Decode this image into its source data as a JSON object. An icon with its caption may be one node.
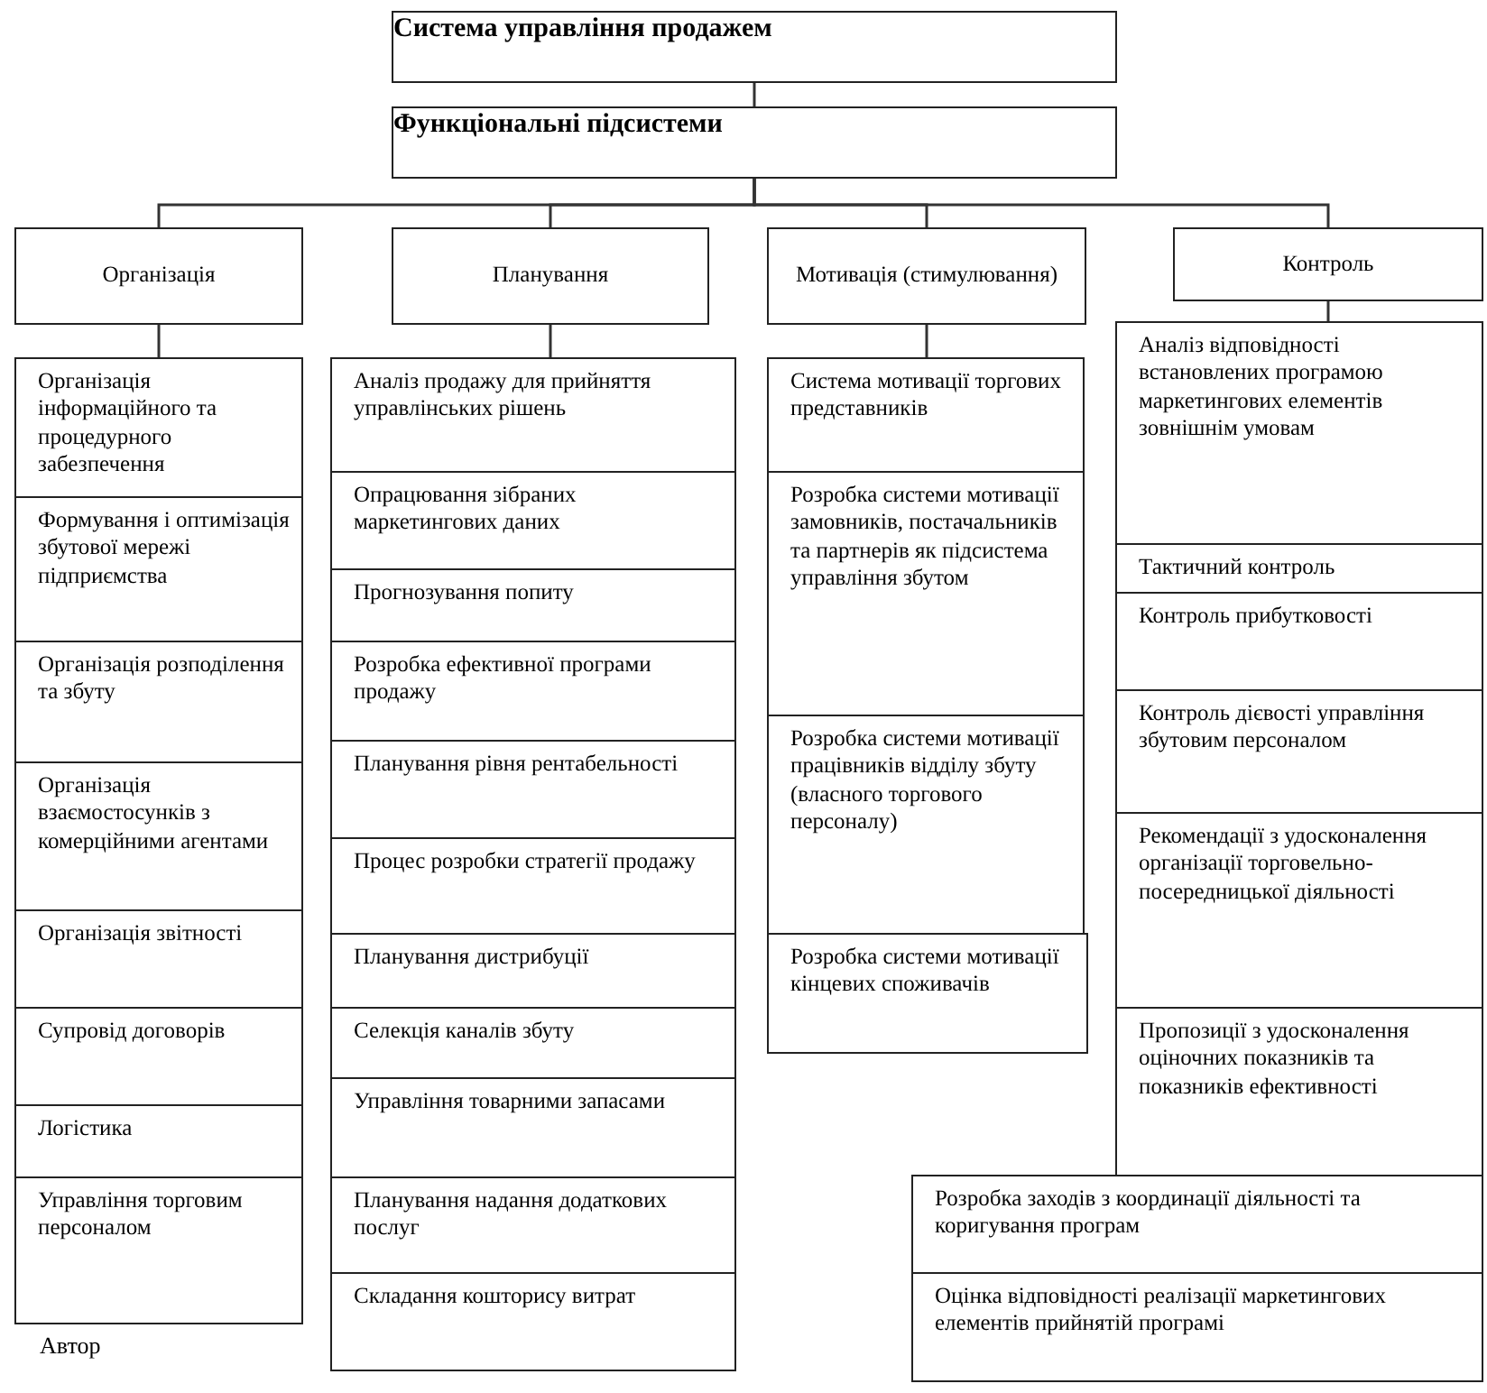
{
  "diagram": {
    "nodes": [
      {
        "text": [
          "Система управління продажем"
        ]
      },
      {
        "text": [
          "Функціональні підсистеми"
        ]
      },
      {
        "text": [
          "Організація"
        ]
      },
      {
        "text": [
          "Планування"
        ]
      },
      {
        "text": [
          "Мотивація (стимулювання)"
        ]
      },
      {
        "text": [
          "Контроль"
        ]
      },
      {
        "text": [
          "Організація інформаційного та процедурного забезпечення"
        ]
      },
      {
        "text": [
          "Формування і оптимізація збутової мережі підприємства"
        ]
      },
      {
        "text": [
          "Організація розподілення та збуту"
        ]
      },
      {
        "text": [
          "Організація взаємостосунків з комерційними агентами"
        ]
      },
      {
        "text": [
          "Організація звітності"
        ]
      },
      {
        "text": [
          "Супровід договорів"
        ]
      },
      {
        "text": [
          "Логістика"
        ]
      },
      {
        "text": [
          "Управління торговим персоналом"
        ]
      },
      {
        "text": [
          "Аналіз продажу для прийняття управлінських рішень"
        ]
      },
      {
        "text": [
          "Опрацювання зібраних маркетингових даних"
        ]
      },
      {
        "text": [
          "Прогнозування попиту"
        ]
      },
      {
        "text": [
          "Розробка ефективної програми продажу"
        ]
      },
      {
        "text": [
          "Планування рівня рентабельності"
        ]
      },
      {
        "text": [
          "Процес розробки стратегії продажу"
        ]
      },
      {
        "text": [
          "Планування дистрибуції"
        ]
      },
      {
        "text": [
          "Селекція каналів збуту"
        ]
      },
      {
        "text": [
          "Управління товарними запасами"
        ]
      },
      {
        "text": [
          "Планування надання додаткових послуг"
        ]
      },
      {
        "text": [
          "Складання кошторису витрат"
        ]
      },
      {
        "text": [
          "Система мотивації торгових представників"
        ]
      },
      {
        "text": [
          "Розробка системи мотивації замовників, постачальників та партнерів як підсистема управління збутом"
        ]
      },
      {
        "text": [
          "Розробка системи мотивації працівників відділу збуту (власного торгового персоналу)"
        ]
      },
      {
        "text": [
          "Розробка системи мотивації кінцевих споживачів"
        ]
      },
      {
        "text": [
          "Аналіз відповідності встановлених програмою маркетингових елементів зовнішнім умовам"
        ]
      },
      {
        "text": [
          "Тактичний контроль"
        ]
      },
      {
        "text": [
          "Контроль прибутковості"
        ]
      },
      {
        "text": [
          "Контроль дієвості управління збутовим персоналом"
        ]
      },
      {
        "text": [
          "Рекомендації з удосконалення організації торговельно-посередницької діяльності"
        ]
      },
      {
        "text": [
          "Пропозиції з удосконалення оціночних показників та показників ефективності"
        ]
      },
      {
        "text": [
          "Розробка заходів з координації діяльності та коригування програм"
        ]
      },
      {
        "text": [
          "Оцінка відповідності реалізації маркетингових елементів прийнятій програмі"
        ]
      }
    ],
    "edges": [
      {
        "from": 0,
        "to": 1,
        "arrow": "none"
      },
      {
        "from": 1,
        "to": 2,
        "arrow": "none"
      },
      {
        "from": 1,
        "to": 3,
        "arrow": "none"
      },
      {
        "from": 1,
        "to": 4,
        "arrow": "none"
      },
      {
        "from": 1,
        "to": 5,
        "arrow": "none"
      },
      {
        "from": 2,
        "to": 6,
        "arrow": "none"
      },
      {
        "from": 3,
        "to": 14,
        "arrow": "none"
      },
      {
        "from": 4,
        "to": 25,
        "arrow": "none"
      },
      {
        "from": 5,
        "to": 29,
        "arrow": "none"
      }
    ],
    "labels": [
      "Автор"
    ]
  }
}
